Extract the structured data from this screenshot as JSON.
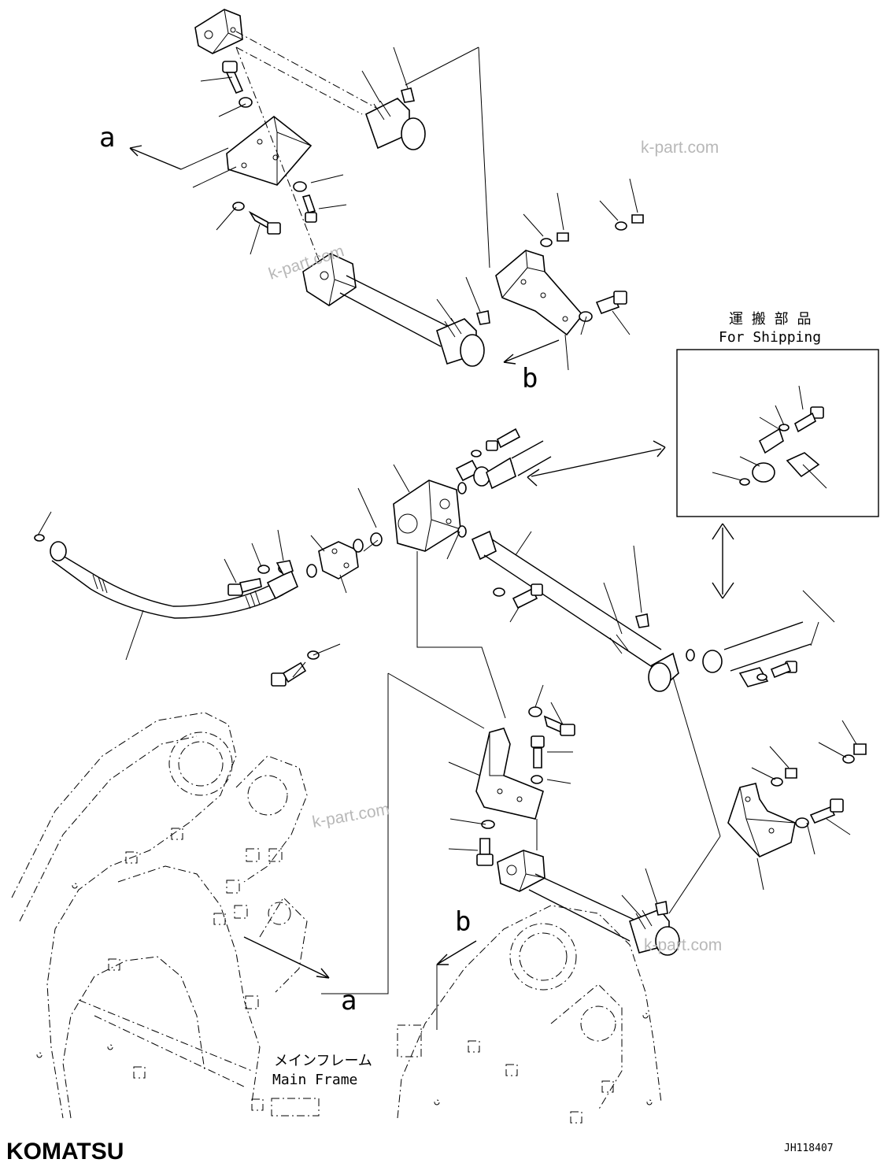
{
  "labels": {
    "ref_a": "a",
    "ref_b": "b",
    "shipping_jp": "運 搬 部 品",
    "shipping_en": "For Shipping",
    "main_frame_jp": "メインフレーム",
    "main_frame_en": "Main Frame"
  },
  "watermark": "k-part.com",
  "brand": "KOMATSU",
  "drawing_number": "JH118407",
  "colors": {
    "line": "#000000",
    "watermark": "#b8b8b8",
    "background": "#ffffff"
  }
}
